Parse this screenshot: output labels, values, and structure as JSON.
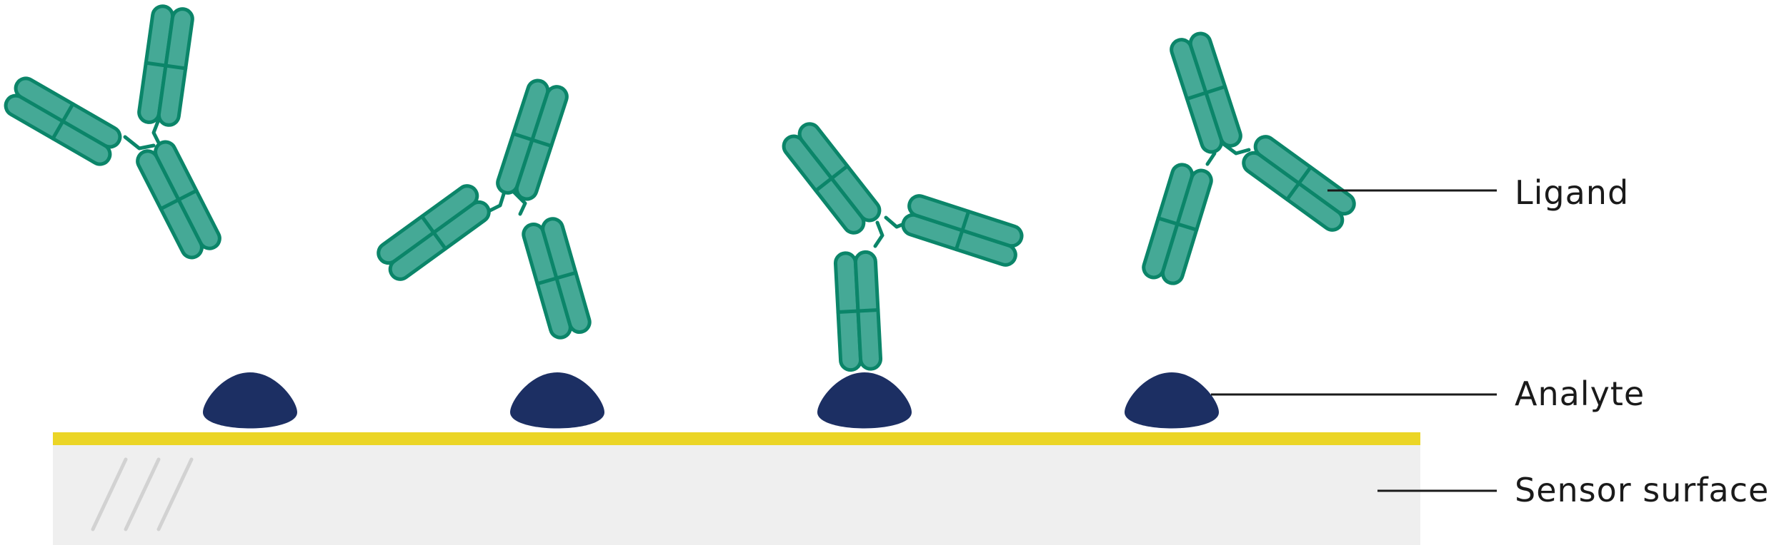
{
  "labels": {
    "ligand": "Ligand",
    "analyte": "Analyte",
    "sensor_surface": "Sensor surface"
  },
  "colors": {
    "ligand_fill": "#45A996",
    "ligand_stroke": "#0B8569",
    "analyte": "#1C2F63",
    "gold_layer": "#EBD526",
    "sensor_base": "#EFEFEF",
    "hatch": "#D2D2D2",
    "leader_line": "#1a1a1a"
  },
  "icons": {
    "ligand": "antibody-y-shape-icon",
    "analyte": "analyte-dome-icon"
  }
}
